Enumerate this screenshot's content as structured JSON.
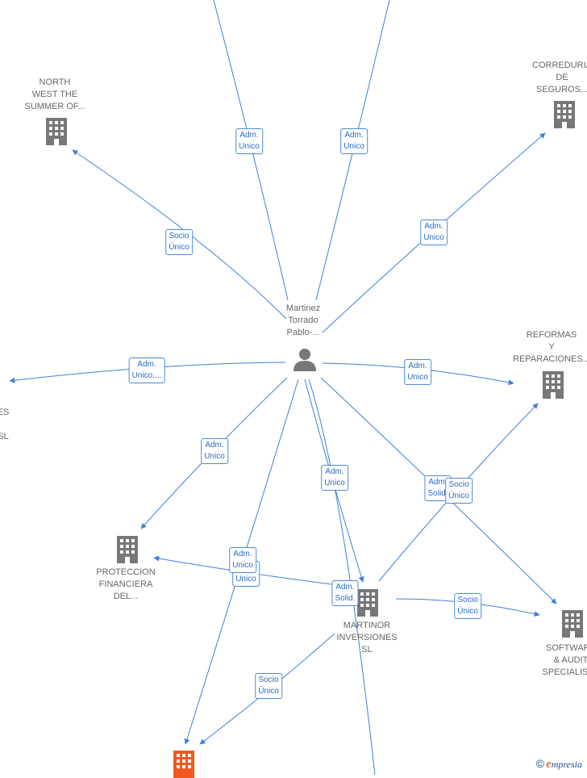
{
  "colors": {
    "edge": "#3f7fd6",
    "building": "#777777",
    "highlight": "#f05a22",
    "person": "#777777"
  },
  "person": {
    "label": "Martinez\nTorrado\nPablo-..."
  },
  "companies": {
    "north_west": "NORTH\nWEST THE\nSUMMER OF...",
    "correduria": "CORREDURIA\nDE\nSEGUROS...",
    "reformas": "REFORMAS\nY\nREPARACIONES...",
    "left_partial": "ES\n\nSL",
    "proteccion": "PROTECCION\nFINANCIERA\nDEL...",
    "martinor": "MARTINOR\nINVERSIONES\nSL",
    "software": "SOFTWARE\n& AUDIT\nSPECIALISTS"
  },
  "edge_labels": {
    "adm_unico_1": "Adm.\nUnico",
    "adm_unico_2": "Adm.\nUnico",
    "socio_unico_nw": "Socio\nÚnico",
    "adm_unico_corr": "Adm.\nUnico",
    "adm_unico_left": "Adm.\nUnico,...",
    "adm_unico_ref": "Adm.\nUnico",
    "adm_unico_prot": "Adm.\nUnico",
    "adm_unico_mart": "Adm.\nUnico",
    "adm_solid_1": "Adm.\nSolid.",
    "socio_unico_ref": "Socio\nÚnico",
    "adm_unico_low1": "Adm.\nUnico",
    "adm_unico_low2": "Adm.\nUnico",
    "adm_solid_2": "Adm.\nSolid.",
    "socio_unico_sw": "Socio\nÚnico",
    "socio_unico_bottom": "Socio\nÚnico"
  },
  "footer": {
    "copyright": "©",
    "brand_initial": "e",
    "brand_rest": "mpresia"
  }
}
